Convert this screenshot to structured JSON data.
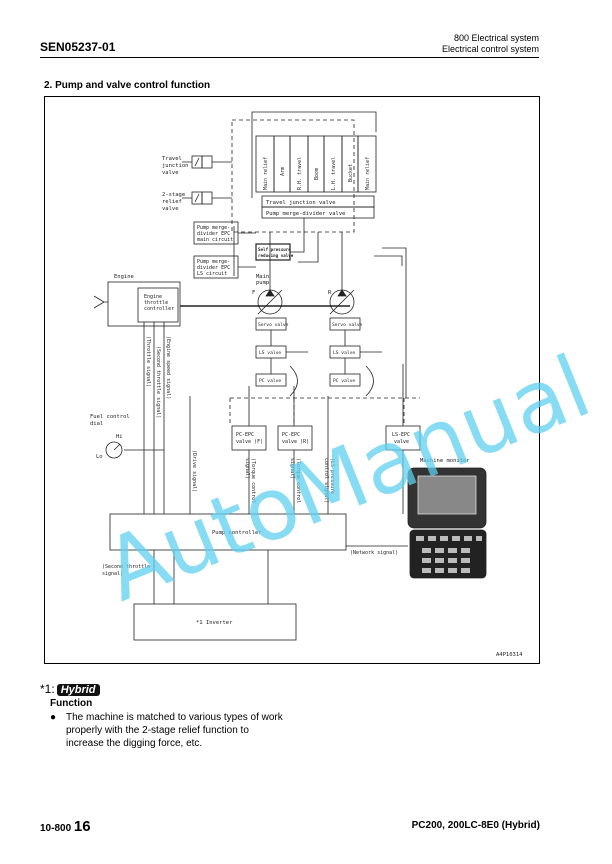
{
  "header": {
    "doc_code": "SEN05237-01",
    "section": "800 Electrical system",
    "subsection": "Electrical control system"
  },
  "figure": {
    "title": "2. Pump and valve control function",
    "ref": "A4P10314",
    "labels": {
      "travel_junction_valve_1": "Travel",
      "travel_junction_valve_2": "junction",
      "travel_junction_valve_3": "valve",
      "relief_valve_1": "2-stage",
      "relief_valve_2": "relief",
      "relief_valve_3": "valve",
      "main_relief_left": "Main relief",
      "arm": "Arm",
      "rh_travel": "R.H. travel",
      "boom": "Boom",
      "lh_travel": "L.H. travel",
      "bucket": "Bucket",
      "main_relief_right": "Main relief",
      "travel_junction_bar": "Travel junction valve",
      "pump_merge_bar": "Pump merge-divider valve",
      "epc_main_1": "Pump merge-",
      "epc_main_2": "divider EPC",
      "epc_main_3": "main circuit",
      "epc_ls_1": "Pump merge-",
      "epc_ls_2": "divider EPC",
      "epc_ls_3": "LS circuit",
      "self_reducing_1": "Self pressure",
      "self_reducing_2": "reducing valve",
      "engine": "Engine",
      "engine_throttle_1": "Engine",
      "engine_throttle_2": "throttle",
      "engine_throttle_3": "controller",
      "main_pump_1": "Main",
      "main_pump_2": "pump",
      "pump_f": "F",
      "pump_r": "R",
      "servo_left": "Servo valve",
      "servo_right": "Servo valve",
      "ls_valve_left": "LS valve",
      "ls_valve_right": "LS valve",
      "pc_valve_left": "PC valve",
      "pc_valve_right": "PC valve",
      "pc_epc_f_1": "PC-EPC",
      "pc_epc_f_2": "valve (F)",
      "pc_epc_r_1": "PC-EPC",
      "pc_epc_r_2": "valve (R)",
      "ls_epc_1": "LS-EPC",
      "ls_epc_2": "valve",
      "fuel_dial_1": "Fuel control",
      "fuel_dial_2": "dial",
      "hi": "Hi",
      "lo": "Lo",
      "throttle_signal": "(Throttle signal)",
      "second_throttle_signal": "(Second throttle signal)",
      "engine_speed_signal": "(Engine speed signal)",
      "drive_signal": "(Drive signal)",
      "torque_control_1": "(Torque control",
      "torque_control_2": "signal)",
      "ls_pressure_1": "(LS pressure",
      "ls_pressure_2": "control signal)",
      "machine_monitor": "Machine monitor",
      "network_signal": "(Network signal)",
      "pump_controller": "Pump controller",
      "second_throttle_low_1": "(Second throttle",
      "second_throttle_low_2": "signal)",
      "inverter": "*1 Inverter"
    }
  },
  "note": {
    "marker": "*1:",
    "badge": "Hybrid"
  },
  "function": {
    "heading": "Function",
    "bullet": "●",
    "text": "The machine is matched to various types of work properly with the 2-stage relief function to increase the digging force, etc."
  },
  "footer": {
    "page_prefix": "10-800",
    "page_number": "16",
    "model": "PC200, 200LC-8E0 (Hybrid)"
  },
  "watermark": "AutoManual",
  "colors": {
    "watermark": "#5fd0f0",
    "line": "#222222"
  }
}
